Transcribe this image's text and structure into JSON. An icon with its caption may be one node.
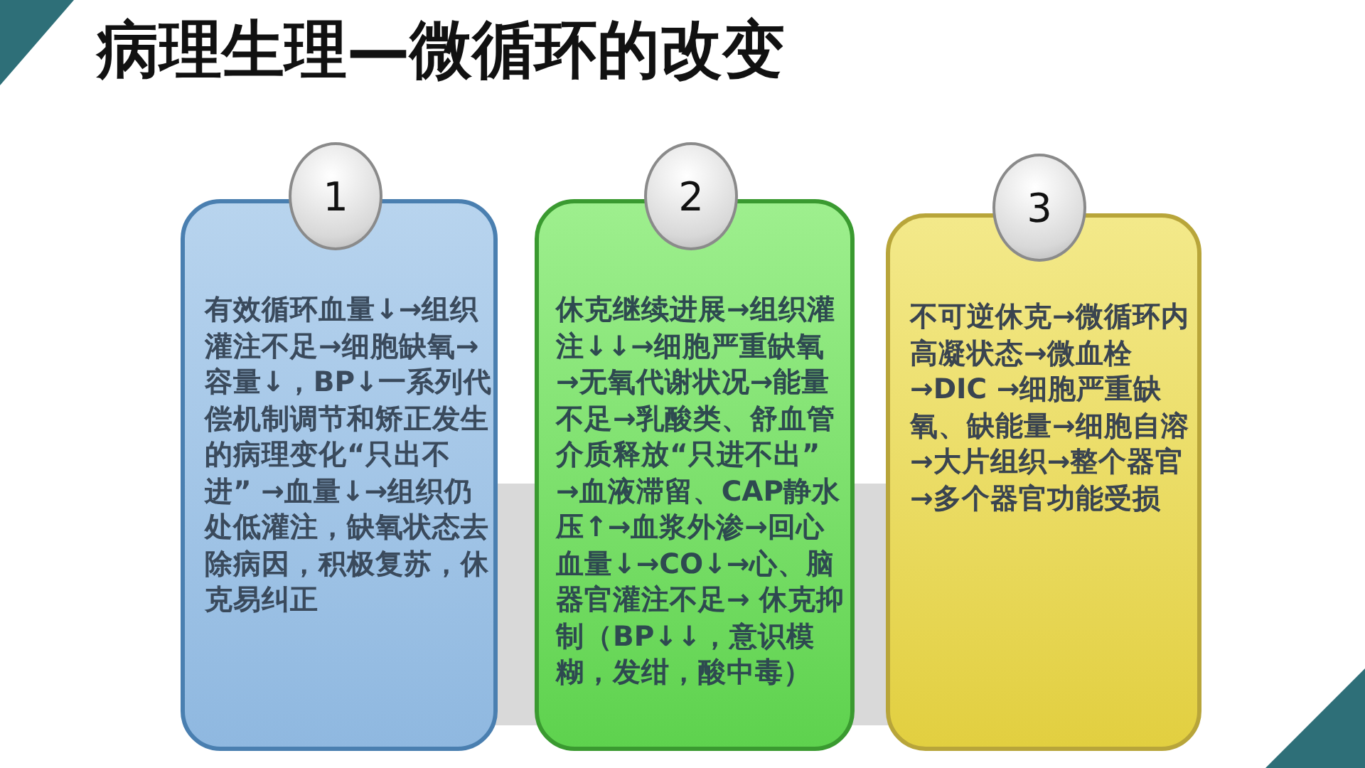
{
  "diagram": {
    "title": "病理生理—微循环的改变",
    "nodes": [
      {
        "text": [
          "有效循环血量↓→组织灌注不足→细胞缺氧→容量↓，BP↓一系列代偿机制调节和矫正发生的病理变化“只出不进” →血量↓→组织仍处低灌注，缺氧状态去除病因，积极复苏，休克易纠正"
        ]
      },
      {
        "text": [
          "1"
        ]
      },
      {
        "text": [
          "休克继续进展→组织灌注↓↓→细胞严重缺氧→无氧代谢状况→能量不足→乳酸类、舒血管介质释放“只进不出” →血液滞留、CAP静水压↑→血浆外渗→回心血量↓→CO↓→心、脑器官灌注不足→ 休克抑制（BP↓↓，意识模糊，发绀，酸中毒）"
        ]
      },
      {
        "text": [
          "2"
        ]
      },
      {
        "text": [
          "不可逆休克→微循环内高凝状态→微血栓→DIC →细胞严重缺氧、缺能量→细胞自溶→大片组织→整个器官→多个器官功能受损"
        ]
      },
      {
        "text": [
          "3"
        ]
      }
    ]
  }
}
